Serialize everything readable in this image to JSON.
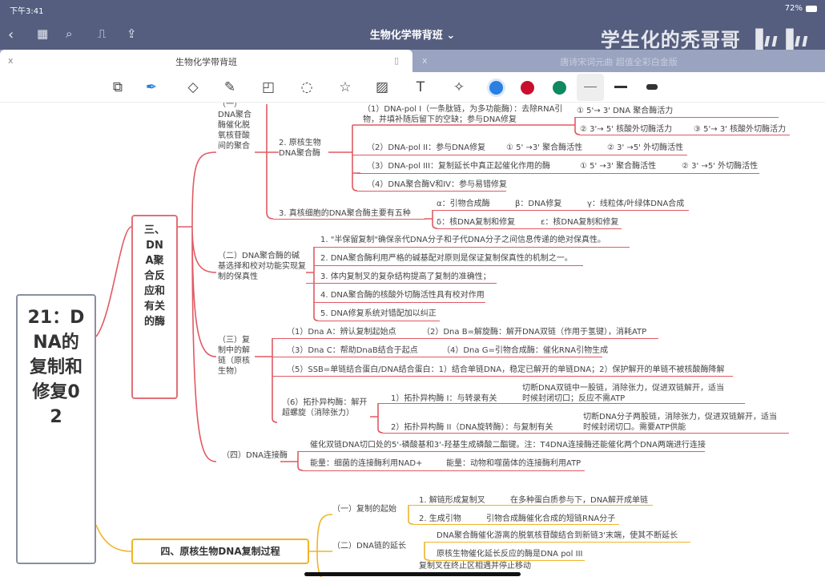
{
  "status_bar": {
    "time": "下午3:41",
    "battery": "72%"
  },
  "nav": {
    "title": "生物化学带背班",
    "watermark": "学生化的秃哥哥",
    "logo": "bilibili"
  },
  "tabs": [
    {
      "label": "生物化学带背班",
      "close": "x"
    },
    {
      "label": "唐诗宋词元曲 超值全彩白金版",
      "close": "x"
    }
  ],
  "toolbar": {
    "tools": [
      "zoom-lasso",
      "pen",
      "eraser",
      "highlighter",
      "shapes",
      "lasso",
      "sticker",
      "image",
      "text",
      "laser-pointer"
    ],
    "colors": [
      "#2a7fe0",
      "#c8102e",
      "#0f8a5f"
    ],
    "stroke_sizes": [
      "thin",
      "medium",
      "thick"
    ]
  },
  "mindmap": {
    "root": "21：DNA的复制和修复02",
    "s3": {
      "title": "三、DNA聚合反应和有关的酶",
      "a": "（一）DNA聚合酶催化脱氧核苷酸间的聚合",
      "a2": "2. 原核生物DNA聚合酶",
      "pol1": "（1）DNA-pol I（一条肽链，为多功能酶）：去除RNA引物，并填补随后留下的空缺；参与DNA修复",
      "pol1_1": "① 5'→ 3' DNA 聚合酶活力",
      "pol1_2": "② 3'→ 5' 核酸外切酶活力",
      "pol1_3": "③ 5'→ 3' 核酸外切酶活力",
      "pol2": "（2）DNA-pol II：参与DNA修复",
      "pol2_1": "① 5' →3' 聚合酶活性",
      "pol2_2": "② 3' →5' 外切酶活性",
      "pol3": "（3）DNA-pol III：复制延长中真正起催化作用的酶",
      "pol3_1": "① 5' →3' 聚合酶活性",
      "pol3_2": "② 3' →5' 外切酶活性",
      "pol4": "（4）DNA聚合酶V和IV：参与易错修复",
      "a3": "3. 真核细胞的DNA聚合酶主要有五种",
      "alpha": "α：引物合成酶",
      "beta": "β：DNA修复",
      "gamma": "γ：线粒体/叶绿体DNA合成",
      "delta": "δ：核DNA复制和修复",
      "epsilon": "ε：核DNA复制和修复",
      "b": "（二）DNA聚合酶的碱基选择和校对功能实现复制的保真性",
      "b_items": [
        "1. \"半保留复制\"确保亲代DNA分子和子代DNA分子之间信息传递的绝对保真性。",
        "2. DNA聚合酶利用严格的碱基配对原则是保证复制保真性的机制之一。",
        "3. 体内复制叉的复杂结构提高了复制的准确性；",
        "4. DNA聚合酶的核酸外切酶活性具有校对作用",
        "5. DNA修复系统对错配加以纠正"
      ],
      "c": "（三）复制中的解链（原核生物）",
      "c1": "（1）Dna A：辨认复制起始点",
      "c2": "（2）Dna B=解旋酶：解开DNA双链（作用于氢键），消耗ATP",
      "c3": "（3）Dna C：帮助DnaB结合于起点",
      "c4": "（4）Dna G=引物合成酶：催化RNA引物生成",
      "c5": "（5）SSB=单链结合蛋白/DNA结合蛋白：1）结合单链DNA，稳定已解开的单链DNA；2）保护解开的单链不被核酸酶降解",
      "c6": "（6）拓扑异构酶：解开超螺旋（消除张力）",
      "topo1": "1）拓扑异构酶 I：与转录有关",
      "topo1_d": "切断DNA双链中一股链，消除张力，促进双链解开，适当时候封闭切口；反应不需ATP",
      "topo2": "2）拓扑异构酶 II（DNA旋转酶）：与复制有关",
      "topo2_d": "切断DNA分子两股链，消除张力，促进双链解开，适当时候封闭切口。需要ATP供能",
      "d": "（四）DNA连接酶",
      "d1": "催化双链DNA切口处的5'-磷酸基和3'-羟基生成磷酸二酯键。注：T4DNA连接酶还能催化两个DNA两端进行连接",
      "d2": "能量：细菌的连接酶利用NAD+",
      "d3": "能量：动物和噬菌体的连接酶利用ATP"
    },
    "s4": {
      "title": "四、原核生物DNA复制过程",
      "a": "（一）复制的起始",
      "a1": "1. 解链形成复制叉",
      "a1d": "在多种蛋白质参与下，DNA解开成单链",
      "a2": "2. 生成引物",
      "a2d": "引物合成酶催化合成的短链RNA分子",
      "b": "（二）DNA链的延长",
      "b1": "DNA聚合酶催化游离的脱氧核苷酸结合到新链3'末端，使其不断延长",
      "b2": "原核生物催化延长反应的酶是DNA pol III",
      "c1": "复制叉在终止区相遇并停止移动"
    },
    "colors": {
      "section3": "#e05a63",
      "section4": "#f0b429",
      "root_border": "#8a8fa0"
    }
  }
}
